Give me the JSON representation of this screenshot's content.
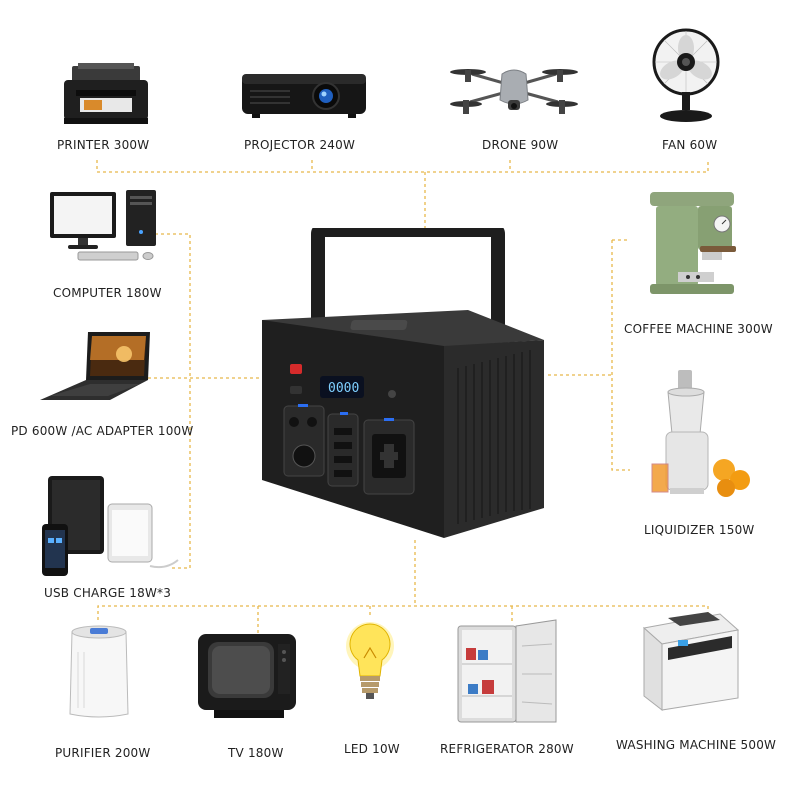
{
  "appliances": {
    "printer": {
      "label": "PRINTER 300W",
      "icon": "printer-icon"
    },
    "projector": {
      "label": "PROJECTOR 240W",
      "icon": "projector-icon"
    },
    "drone": {
      "label": "DRONE 90W",
      "icon": "drone-icon"
    },
    "fan": {
      "label": "FAN 60W",
      "icon": "fan-icon"
    },
    "computer": {
      "label": "COMPUTER 180W",
      "icon": "desktop-computer-icon"
    },
    "laptop": {
      "label": "PD 600W /AC ADAPTER 100W",
      "icon": "laptop-icon"
    },
    "usb": {
      "label": "USB CHARGE 18W*3",
      "icon": "tablet-phone-icon"
    },
    "coffee": {
      "label": "COFFEE MACHINE 300W",
      "icon": "coffee-machine-icon"
    },
    "juicer": {
      "label": "LIQUIDIZER 150W",
      "icon": "juicer-icon"
    },
    "purifier": {
      "label": "PURIFIER 200W",
      "icon": "air-purifier-icon"
    },
    "tv": {
      "label": "TV 180W",
      "icon": "crt-tv-icon"
    },
    "led": {
      "label": "LED 10W",
      "icon": "light-bulb-icon"
    },
    "fridge": {
      "label": "REFRIGERATOR 280W",
      "icon": "refrigerator-icon"
    },
    "washer": {
      "label": "WASHING MACHINE 500W",
      "icon": "washing-machine-icon"
    }
  },
  "station": {
    "display": "0000",
    "icon": "power-station-icon"
  },
  "colors": {
    "connector": "#e8b84a",
    "device_body": "#2a2a2a",
    "display_blue": "#7fd0ff"
  }
}
